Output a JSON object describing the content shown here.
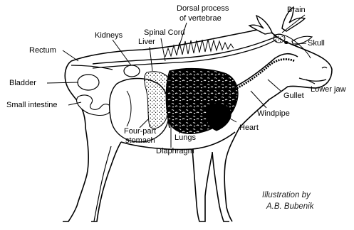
{
  "labels": {
    "brain": "Brain",
    "dorsal_process": [
      "Dorsal process",
      "of vertebrae"
    ],
    "kidneys": "Kidneys",
    "spinal_cord": "Spinal Cord",
    "liver": "Liver",
    "skull": "Skull",
    "rectum": "Rectum",
    "bladder": "Bladder",
    "small_intestine": "Small intestine",
    "lower_jaw": "Lower jaw",
    "gullet": "Gullet",
    "windpipe": "Windpipe",
    "heart": "Heart",
    "four_part_stomach": [
      "Four-part",
      "stomach"
    ],
    "lungs": "Lungs",
    "diaphragm": "Diaphragm"
  },
  "credit": [
    "Illustration by",
    "A.B. Bubenik"
  ],
  "colors": {
    "ink": "#000000",
    "paper": "#ffffff"
  }
}
